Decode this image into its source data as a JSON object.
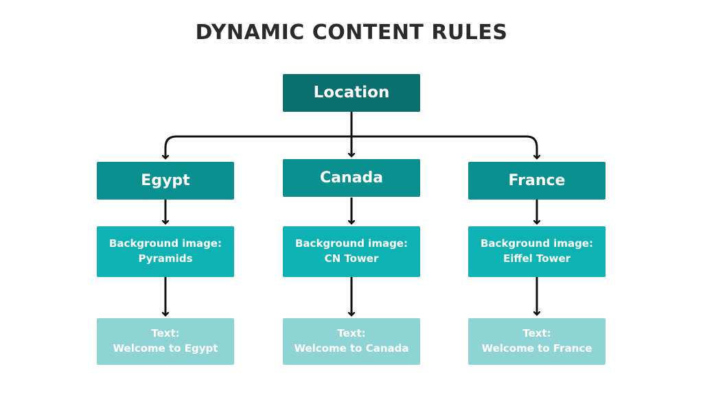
{
  "diagram": {
    "title": "DYNAMIC CONTENT RULES",
    "root": {
      "label": "Location"
    },
    "branches": [
      {
        "country": "Egypt",
        "image_line1": "Background image:",
        "image_line2": "Pyramids",
        "text_line1": "Text:",
        "text_line2": "Welcome to Egypt"
      },
      {
        "country": "Canada",
        "image_line1": "Background image:",
        "image_line2": "CN Tower",
        "text_line1": "Text:",
        "text_line2": "Welcome to Canada"
      },
      {
        "country": "France",
        "image_line1": "Background image:",
        "image_line2": "Eiffel Tower",
        "text_line1": "Text:",
        "text_line2": "Welcome to France"
      }
    ],
    "colors": {
      "root": "#0b6e6e",
      "country": "#0b9090",
      "image_rule": "#0eb2b2",
      "text_rule": "#8fd4d4",
      "connector": "#111111",
      "title": "#2b2b2b"
    }
  }
}
